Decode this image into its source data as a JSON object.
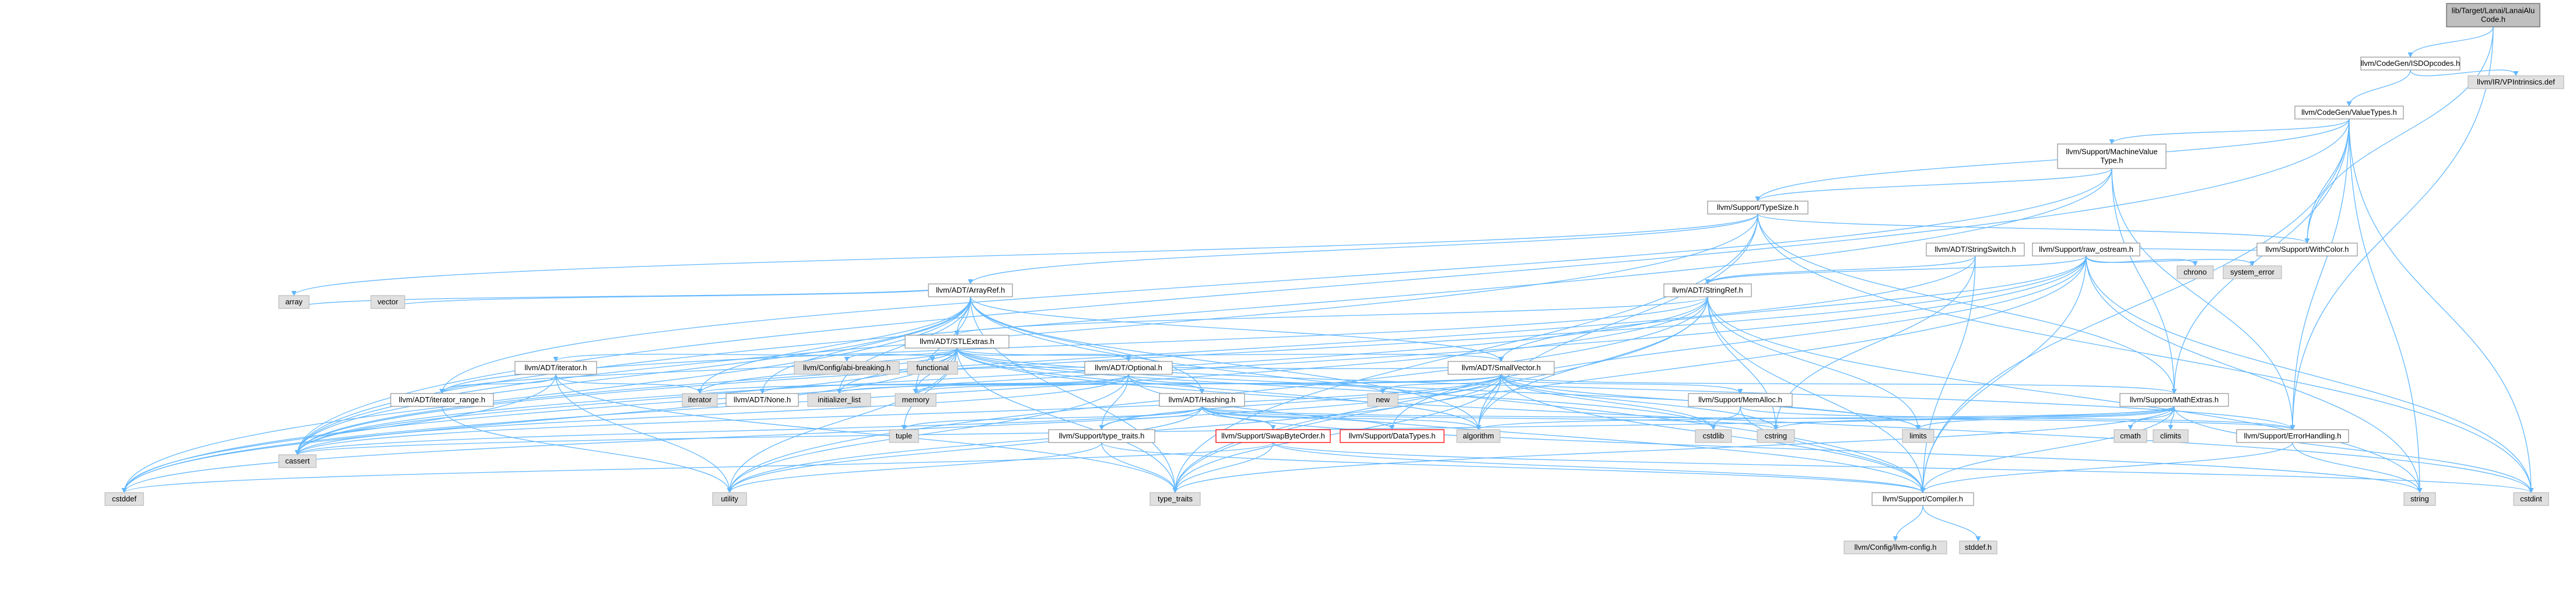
{
  "colors": {
    "edge": "#63b8ff",
    "root_fill": "#bfbfbf",
    "local_fill": "#ffffff",
    "system_fill": "#e0e0e0",
    "missing_border": "#ff0000"
  },
  "nodes": [
    {
      "id": "root",
      "kind": "root",
      "lines": [
        "lib/Target/Lanai/LanaiAlu",
        "Code.h"
      ]
    },
    {
      "id": "isd",
      "kind": "local",
      "lines": [
        "llvm/CodeGen/ISDOpcodes.h"
      ]
    },
    {
      "id": "vpint",
      "kind": "sys",
      "lines": [
        "llvm/IR/VPIntrinsics.def"
      ]
    },
    {
      "id": "cgvt",
      "kind": "local",
      "lines": [
        "llvm/CodeGen/ValueTypes.h"
      ]
    },
    {
      "id": "mvt",
      "kind": "local",
      "lines": [
        "llvm/Support/MachineValue",
        "Type.h"
      ]
    },
    {
      "id": "typesize",
      "kind": "local",
      "lines": [
        "llvm/Support/TypeSize.h"
      ]
    },
    {
      "id": "withcolor",
      "kind": "local",
      "lines": [
        "llvm/Support/WithColor.h"
      ]
    },
    {
      "id": "strswitch",
      "kind": "local",
      "lines": [
        "llvm/ADT/StringSwitch.h"
      ]
    },
    {
      "id": "rawos",
      "kind": "local",
      "lines": [
        "llvm/Support/raw_ostream.h"
      ]
    },
    {
      "id": "chrono",
      "kind": "sys",
      "lines": [
        "chrono"
      ]
    },
    {
      "id": "syserr",
      "kind": "sys",
      "lines": [
        "system_error"
      ]
    },
    {
      "id": "arrayref",
      "kind": "local",
      "lines": [
        "llvm/ADT/ArrayRef.h"
      ]
    },
    {
      "id": "stringref",
      "kind": "local",
      "lines": [
        "llvm/ADT/StringRef.h"
      ]
    },
    {
      "id": "array",
      "kind": "sys",
      "lines": [
        "array"
      ]
    },
    {
      "id": "vector",
      "kind": "sys",
      "lines": [
        "vector"
      ]
    },
    {
      "id": "stlextras",
      "kind": "local",
      "lines": [
        "llvm/ADT/STLExtras.h"
      ]
    },
    {
      "id": "abibreak",
      "kind": "sys",
      "lines": [
        "llvm/Config/abi-breaking.h"
      ]
    },
    {
      "id": "functional",
      "kind": "sys",
      "lines": [
        "functional"
      ]
    },
    {
      "id": "optional",
      "kind": "local",
      "lines": [
        "llvm/ADT/Optional.h"
      ]
    },
    {
      "id": "smallvec",
      "kind": "local",
      "lines": [
        "llvm/ADT/SmallVector.h"
      ]
    },
    {
      "id": "adtiter",
      "kind": "local",
      "lines": [
        "llvm/ADT/iterator.h"
      ]
    },
    {
      "id": "iterrange",
      "kind": "local",
      "lines": [
        "llvm/ADT/iterator_range.h"
      ]
    },
    {
      "id": "iterator",
      "kind": "sys",
      "lines": [
        "iterator"
      ]
    },
    {
      "id": "initlist",
      "kind": "sys",
      "lines": [
        "initializer_list"
      ]
    },
    {
      "id": "none",
      "kind": "local",
      "lines": [
        "llvm/ADT/None.h"
      ]
    },
    {
      "id": "memory",
      "kind": "sys",
      "lines": [
        "memory"
      ]
    },
    {
      "id": "hashing",
      "kind": "local",
      "lines": [
        "llvm/ADT/Hashing.h"
      ]
    },
    {
      "id": "new",
      "kind": "sys",
      "lines": [
        "new"
      ]
    },
    {
      "id": "memalloc",
      "kind": "local",
      "lines": [
        "llvm/Support/MemAlloc.h"
      ]
    },
    {
      "id": "mathextras",
      "kind": "local",
      "lines": [
        "llvm/Support/MathExtras.h"
      ]
    },
    {
      "id": "tuple",
      "kind": "sys",
      "lines": [
        "tuple"
      ]
    },
    {
      "id": "typetraits",
      "kind": "local",
      "lines": [
        "llvm/Support/type_traits.h"
      ]
    },
    {
      "id": "swapbyte",
      "kind": "missing",
      "lines": [
        "llvm/Support/SwapByteOrder.h"
      ]
    },
    {
      "id": "datatypes",
      "kind": "missing",
      "lines": [
        "llvm/Support/DataTypes.h"
      ]
    },
    {
      "id": "algorithm",
      "kind": "sys",
      "lines": [
        "algorithm"
      ]
    },
    {
      "id": "cstdlib",
      "kind": "sys",
      "lines": [
        "cstdlib"
      ]
    },
    {
      "id": "cstring",
      "kind": "sys",
      "lines": [
        "cstring"
      ]
    },
    {
      "id": "limits",
      "kind": "sys",
      "lines": [
        "limits"
      ]
    },
    {
      "id": "cmath",
      "kind": "sys",
      "lines": [
        "cmath"
      ]
    },
    {
      "id": "climits",
      "kind": "sys",
      "lines": [
        "climits"
      ]
    },
    {
      "id": "errhandling",
      "kind": "local",
      "lines": [
        "llvm/Support/ErrorHandling.h"
      ]
    },
    {
      "id": "cassert",
      "kind": "sys",
      "lines": [
        "cassert"
      ]
    },
    {
      "id": "cstddef",
      "kind": "sys",
      "lines": [
        "cstddef"
      ]
    },
    {
      "id": "utility",
      "kind": "sys",
      "lines": [
        "utility"
      ]
    },
    {
      "id": "type_traits",
      "kind": "sys",
      "lines": [
        "type_traits"
      ]
    },
    {
      "id": "compiler",
      "kind": "local",
      "lines": [
        "llvm/Support/Compiler.h"
      ]
    },
    {
      "id": "string",
      "kind": "sys",
      "lines": [
        "string"
      ]
    },
    {
      "id": "cstdint",
      "kind": "sys",
      "lines": [
        "cstdint"
      ]
    },
    {
      "id": "llvmconfig",
      "kind": "sys",
      "lines": [
        "llvm/Config/llvm-config.h"
      ]
    },
    {
      "id": "stddef",
      "kind": "sys",
      "lines": [
        "stddef.h"
      ]
    }
  ],
  "edges": [
    [
      "root",
      "isd"
    ],
    [
      "root",
      "withcolor"
    ],
    [
      "root",
      "errhandling"
    ],
    [
      "isd",
      "vpint"
    ],
    [
      "isd",
      "cgvt"
    ],
    [
      "cgvt",
      "mvt"
    ],
    [
      "cgvt",
      "typesize"
    ],
    [
      "cgvt",
      "withcolor"
    ],
    [
      "cgvt",
      "mathextras"
    ],
    [
      "cgvt",
      "compiler"
    ],
    [
      "cgvt",
      "errhandling"
    ],
    [
      "cgvt",
      "cassert"
    ],
    [
      "cgvt",
      "cstdint"
    ],
    [
      "cgvt",
      "string"
    ],
    [
      "mvt",
      "typesize"
    ],
    [
      "mvt",
      "iterrange"
    ],
    [
      "mvt",
      "mathextras"
    ],
    [
      "mvt",
      "errhandling"
    ],
    [
      "mvt",
      "cassert"
    ],
    [
      "typesize",
      "arrayref"
    ],
    [
      "typesize",
      "mathextras"
    ],
    [
      "typesize",
      "withcolor"
    ],
    [
      "typesize",
      "algorithm"
    ],
    [
      "typesize",
      "array"
    ],
    [
      "typesize",
      "cassert"
    ],
    [
      "typesize",
      "cstdint"
    ],
    [
      "typesize",
      "type_traits"
    ],
    [
      "withcolor",
      "rawos"
    ],
    [
      "strswitch",
      "stringref"
    ],
    [
      "strswitch",
      "compiler"
    ],
    [
      "strswitch",
      "cassert"
    ],
    [
      "strswitch",
      "cstring"
    ],
    [
      "rawos",
      "stringref"
    ],
    [
      "rawos",
      "chrono"
    ],
    [
      "rawos",
      "syserr"
    ],
    [
      "rawos",
      "smallvec"
    ],
    [
      "rawos",
      "cassert"
    ],
    [
      "rawos",
      "cstddef"
    ],
    [
      "rawos",
      "cstdint"
    ],
    [
      "rawos",
      "string"
    ],
    [
      "rawos",
      "type_traits"
    ],
    [
      "rawos",
      "compiler"
    ],
    [
      "rawos",
      "datatypes"
    ],
    [
      "arrayref",
      "stlextras"
    ],
    [
      "arrayref",
      "hashing"
    ],
    [
      "arrayref",
      "none"
    ],
    [
      "arrayref",
      "smallvec"
    ],
    [
      "arrayref",
      "compiler"
    ],
    [
      "arrayref",
      "algorithm"
    ],
    [
      "arrayref",
      "array"
    ],
    [
      "arrayref",
      "vector"
    ],
    [
      "arrayref",
      "cassert"
    ],
    [
      "arrayref",
      "cstddef"
    ],
    [
      "arrayref",
      "initlist"
    ],
    [
      "arrayref",
      "iterator"
    ],
    [
      "arrayref",
      "memory"
    ],
    [
      "arrayref",
      "type_traits"
    ],
    [
      "stringref",
      "stlextras"
    ],
    [
      "stringref",
      "iterrange"
    ],
    [
      "stringref",
      "compiler"
    ],
    [
      "stringref",
      "algorithm"
    ],
    [
      "stringref",
      "cassert"
    ],
    [
      "stringref",
      "cstddef"
    ],
    [
      "stringref",
      "cstring"
    ],
    [
      "stringref",
      "limits"
    ],
    [
      "stringref",
      "string"
    ],
    [
      "stringref",
      "type_traits"
    ],
    [
      "stringref",
      "utility"
    ],
    [
      "stlextras",
      "abibreak"
    ],
    [
      "stlextras",
      "functional"
    ],
    [
      "stlextras",
      "optional"
    ],
    [
      "stlextras",
      "smallvec"
    ],
    [
      "stlextras",
      "adtiter"
    ],
    [
      "stlextras",
      "iterrange"
    ],
    [
      "stlextras",
      "errhandling"
    ],
    [
      "stlextras",
      "algorithm"
    ],
    [
      "stlextras",
      "cassert"
    ],
    [
      "stlextras",
      "cstddef"
    ],
    [
      "stlextras",
      "cstdint"
    ],
    [
      "stlextras",
      "cstdlib"
    ],
    [
      "stlextras",
      "initlist"
    ],
    [
      "stlextras",
      "iterator"
    ],
    [
      "stlextras",
      "limits"
    ],
    [
      "stlextras",
      "memory"
    ],
    [
      "stlextras",
      "tuple"
    ],
    [
      "stlextras",
      "type_traits"
    ],
    [
      "stlextras",
      "utility"
    ],
    [
      "optional",
      "hashing"
    ],
    [
      "optional",
      "none"
    ],
    [
      "optional",
      "compiler"
    ],
    [
      "optional",
      "typetraits"
    ],
    [
      "optional",
      "cassert"
    ],
    [
      "optional",
      "memory"
    ],
    [
      "optional",
      "new"
    ],
    [
      "optional",
      "utility"
    ],
    [
      "smallvec",
      "compiler"
    ],
    [
      "smallvec",
      "mathextras"
    ],
    [
      "smallvec",
      "memalloc"
    ],
    [
      "smallvec",
      "typetraits"
    ],
    [
      "smallvec",
      "algorithm"
    ],
    [
      "smallvec",
      "cassert"
    ],
    [
      "smallvec",
      "cstddef"
    ],
    [
      "smallvec",
      "cstdlib"
    ],
    [
      "smallvec",
      "cstring"
    ],
    [
      "smallvec",
      "functional"
    ],
    [
      "smallvec",
      "initlist"
    ],
    [
      "smallvec",
      "iterator"
    ],
    [
      "smallvec",
      "limits"
    ],
    [
      "smallvec",
      "memory"
    ],
    [
      "smallvec",
      "new"
    ],
    [
      "smallvec",
      "type_traits"
    ],
    [
      "smallvec",
      "utility"
    ],
    [
      "adtiter",
      "iterrange"
    ],
    [
      "adtiter",
      "cstddef"
    ],
    [
      "adtiter",
      "iterator"
    ],
    [
      "adtiter",
      "type_traits"
    ],
    [
      "adtiter",
      "utility"
    ],
    [
      "iterrange",
      "utility"
    ],
    [
      "hashing",
      "errhandling"
    ],
    [
      "hashing",
      "datatypes"
    ],
    [
      "hashing",
      "swapbyte"
    ],
    [
      "hashing",
      "typetraits"
    ],
    [
      "hashing",
      "algorithm"
    ],
    [
      "hashing",
      "cassert"
    ],
    [
      "hashing",
      "cstring"
    ],
    [
      "hashing",
      "string"
    ],
    [
      "hashing",
      "tuple"
    ],
    [
      "hashing",
      "utility"
    ],
    [
      "memalloc",
      "compiler"
    ],
    [
      "memalloc",
      "errhandling"
    ],
    [
      "memalloc",
      "cstdlib"
    ],
    [
      "mathextras",
      "compiler"
    ],
    [
      "mathextras",
      "algorithm"
    ],
    [
      "mathextras",
      "cassert"
    ],
    [
      "mathextras",
      "climits"
    ],
    [
      "mathextras",
      "cmath"
    ],
    [
      "mathextras",
      "cstdint"
    ],
    [
      "mathextras",
      "cstring"
    ],
    [
      "mathextras",
      "limits"
    ],
    [
      "mathextras",
      "type_traits"
    ],
    [
      "typetraits",
      "compiler"
    ],
    [
      "typetraits",
      "type_traits"
    ],
    [
      "typetraits",
      "utility"
    ],
    [
      "swapbyte",
      "compiler"
    ],
    [
      "swapbyte",
      "cstddef"
    ],
    [
      "swapbyte",
      "cstdint"
    ],
    [
      "swapbyte",
      "type_traits"
    ],
    [
      "errhandling",
      "compiler"
    ],
    [
      "errhandling",
      "string"
    ],
    [
      "compiler",
      "llvmconfig"
    ],
    [
      "compiler",
      "stddef"
    ]
  ]
}
